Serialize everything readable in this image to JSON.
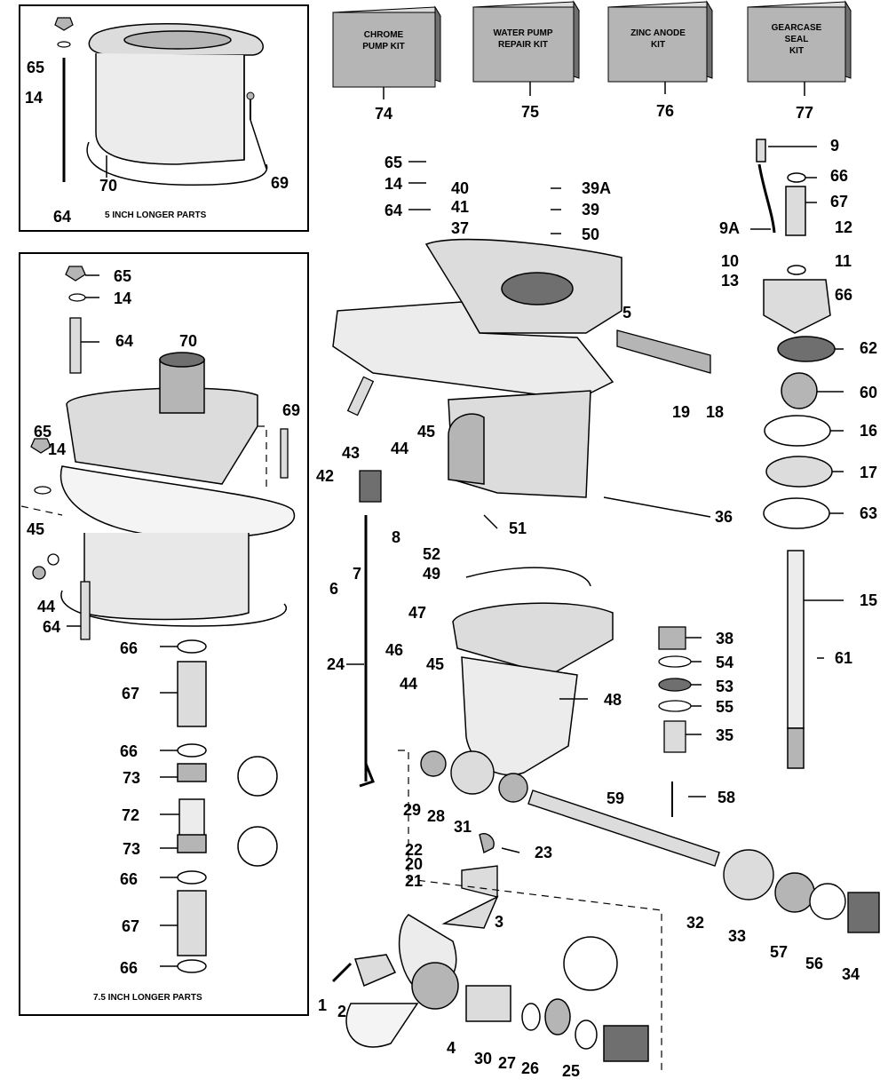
{
  "colors": {
    "ink": "#000000",
    "paper": "#ffffff",
    "shade": "#b5b5b5",
    "dark": "#6f6f6f",
    "light": "#dcdcdc"
  },
  "panels": {
    "five_inch_caption": "5 INCH LONGER PARTS",
    "seven_five_inch_caption": "7.5 INCH LONGER PARTS"
  },
  "kits": [
    {
      "number": "74",
      "lines": [
        "CHROME",
        "PUMP KIT"
      ]
    },
    {
      "number": "75",
      "lines": [
        "WATER PUMP",
        "REPAIR KIT"
      ]
    },
    {
      "number": "76",
      "lines": [
        "ZINC ANODE",
        "KIT"
      ]
    },
    {
      "number": "77",
      "lines": [
        "GEARCASE",
        "SEAL",
        "KIT"
      ]
    }
  ],
  "callouts": [
    "65",
    "14",
    "69",
    "70",
    "64",
    "65",
    "14",
    "64",
    "70",
    "69",
    "65",
    "14",
    "45",
    "44",
    "64",
    "66",
    "67",
    "66",
    "73",
    "72",
    "73",
    "66",
    "67",
    "66",
    "65",
    "14",
    "64",
    "40",
    "41",
    "37",
    "39A",
    "39",
    "50",
    "9",
    "66",
    "67",
    "9A",
    "12",
    "10",
    "11",
    "13",
    "66",
    "62",
    "60",
    "16",
    "17",
    "63",
    "15",
    "61",
    "5",
    "19",
    "18",
    "43",
    "45",
    "42",
    "44",
    "8",
    "7",
    "6",
    "51",
    "36",
    "52",
    "49",
    "47",
    "46",
    "45",
    "44",
    "24",
    "48",
    "38",
    "54",
    "53",
    "55",
    "35",
    "59",
    "58",
    "29",
    "28",
    "31",
    "23",
    "22",
    "20",
    "21",
    "32",
    "33",
    "57",
    "56",
    "34",
    "3",
    "1",
    "2",
    "4",
    "30",
    "27",
    "26",
    "25"
  ]
}
